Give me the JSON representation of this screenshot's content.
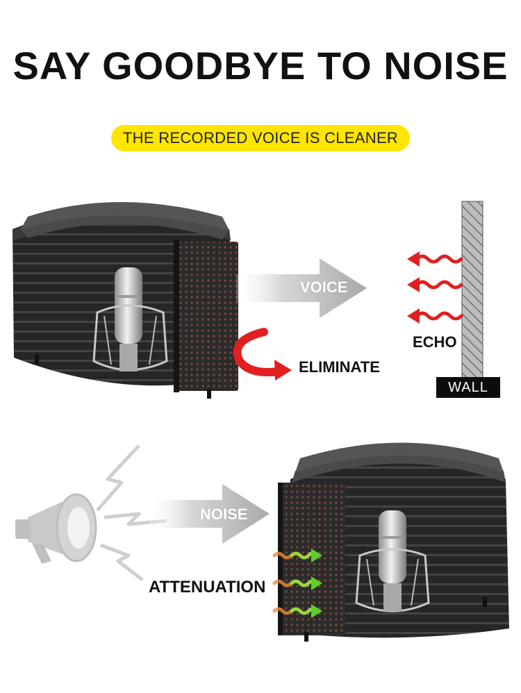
{
  "header": {
    "title": "SAY GOODBYE TO NOISE",
    "tagline": "THE RECORDED VOICE IS CLEANER"
  },
  "top_scene": {
    "arrow_label": "VOICE",
    "eliminate_label": "ELIMINATE",
    "echo_label": "ECHO",
    "wall_label": "WALL"
  },
  "bottom_scene": {
    "arrow_label": "NOISE",
    "attenuation_label": "ATTENUATION"
  },
  "colors": {
    "highlight_yellow": "#ffe500",
    "echo_red": "#e02020",
    "attenuation_green": "#7fd63a",
    "attenuation_orange": "#f08a3a",
    "arrow_gray": "#c4c4c4",
    "panel_black": "#1c1c1c"
  },
  "icons": [
    "microphone-icon",
    "megaphone-icon",
    "lightning-icon",
    "wave-arrow-icon"
  ]
}
